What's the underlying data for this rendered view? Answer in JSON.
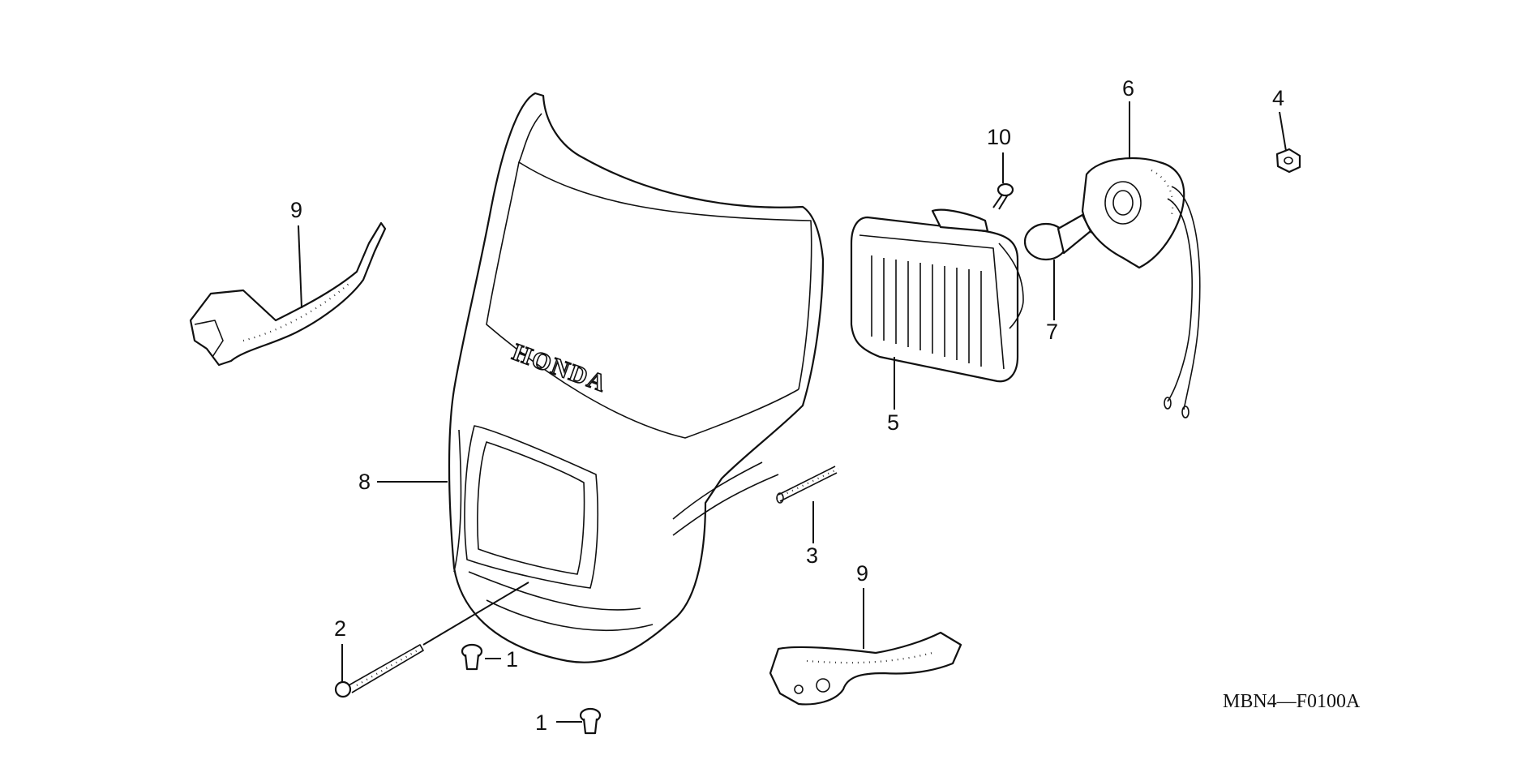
{
  "diagram_code": "MBN4—F0100A",
  "brand_text": "HONDA",
  "callouts": {
    "bolt_front": "1",
    "bolt_lower": "1",
    "screw_long": "2",
    "spring": "3",
    "nut": "4",
    "headlight_unit": "5",
    "socket": "6",
    "bulb": "7",
    "headlight_cover": "8",
    "stay_left": "9",
    "stay_right": "9",
    "screw_small": "10"
  }
}
